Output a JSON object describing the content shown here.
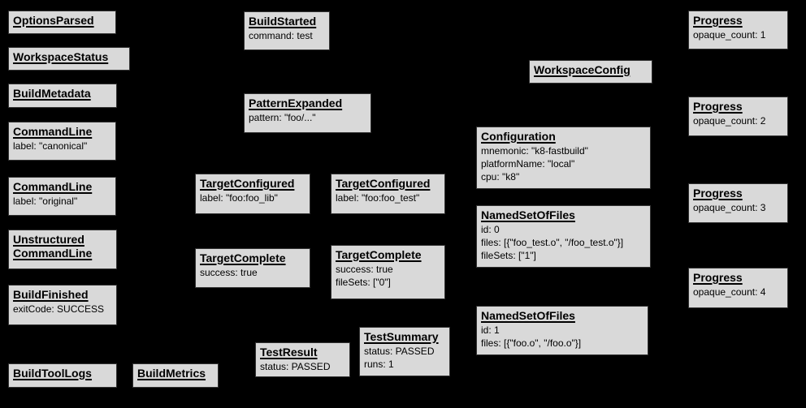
{
  "diagram": {
    "description": "Build Event Protocol event graph",
    "colors": {
      "background": "#000000",
      "box-fill": "#d9d9d9",
      "box-border": "#333333",
      "text": "#000000"
    }
  },
  "nodes": [
    {
      "title": "OptionsParsed",
      "details": ""
    },
    {
      "title": "WorkspaceStatus",
      "details": ""
    },
    {
      "title": "BuildMetadata",
      "details": ""
    },
    {
      "title": "CommandLine",
      "details": "label: \"canonical\""
    },
    {
      "title": "CommandLine",
      "details": "label: \"original\""
    },
    {
      "title": "Unstructured\nCommandLine",
      "details": ""
    },
    {
      "title": "BuildFinished",
      "details": "exitCode: SUCCESS"
    },
    {
      "title": "BuildToolLogs",
      "details": ""
    },
    {
      "title": "BuildMetrics",
      "details": ""
    },
    {
      "title": "BuildStarted",
      "details": "command: test"
    },
    {
      "title": "PatternExpanded",
      "details": "pattern: \"foo/...\""
    },
    {
      "title": "TargetConfigured",
      "details": "label: \"foo:foo_lib\""
    },
    {
      "title": "TargetConfigured",
      "details": "label: \"foo:foo_test\""
    },
    {
      "title": "TargetComplete",
      "details": "success: true"
    },
    {
      "title": "TargetComplete",
      "details": "success: true\nfileSets: [\"0\"]"
    },
    {
      "title": "TestResult",
      "details": "status: PASSED"
    },
    {
      "title": "TestSummary",
      "details": "status: PASSED\nruns: 1"
    },
    {
      "title": "WorkspaceConfig",
      "details": ""
    },
    {
      "title": "Configuration",
      "details": "mnemonic: \"k8-fastbuild\"\nplatformName: \"local\"\ncpu: \"k8\""
    },
    {
      "title": "NamedSetOfFiles",
      "details": "id: 0\nfiles: [{\"foo_test.o\", \"/foo_test.o\"}]\nfileSets: [\"1\"]"
    },
    {
      "title": "NamedSetOfFiles",
      "details": "id: 1\nfiles: [{\"foo.o\", \"/foo.o\"}]"
    },
    {
      "title": "Progress",
      "details": "opaque_count: 1"
    },
    {
      "title": "Progress",
      "details": "opaque_count: 2"
    },
    {
      "title": "Progress",
      "details": "opaque_count: 3"
    },
    {
      "title": "Progress",
      "details": "opaque_count: 4"
    }
  ]
}
